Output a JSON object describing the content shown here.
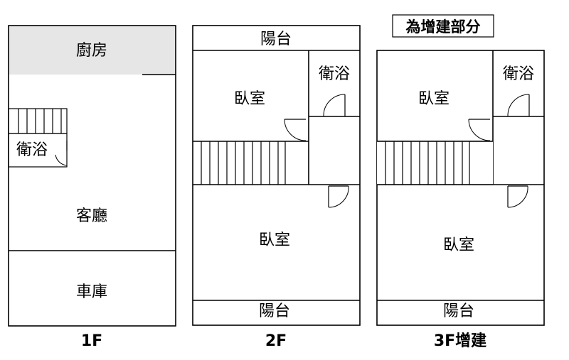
{
  "colors": {
    "shade": "#e6e6e6",
    "line": "#000000",
    "background": "#ffffff"
  },
  "note": "為增建部分",
  "floors": [
    {
      "label": "1F",
      "rooms": {
        "kitchen": "廚房",
        "bathroom": "衛浴",
        "living": "客廳",
        "garage": "車庫"
      }
    },
    {
      "label": "2F",
      "rooms": {
        "balcony_top": "陽台",
        "bedroom_top": "臥室",
        "bathroom": "衛浴",
        "bedroom_main": "臥室",
        "balcony_bottom": "陽台"
      }
    },
    {
      "label": "3F增建",
      "rooms": {
        "bedroom_top": "臥室",
        "bathroom": "衛浴",
        "bedroom_main": "臥室",
        "balcony_bottom": "陽台"
      }
    }
  ]
}
